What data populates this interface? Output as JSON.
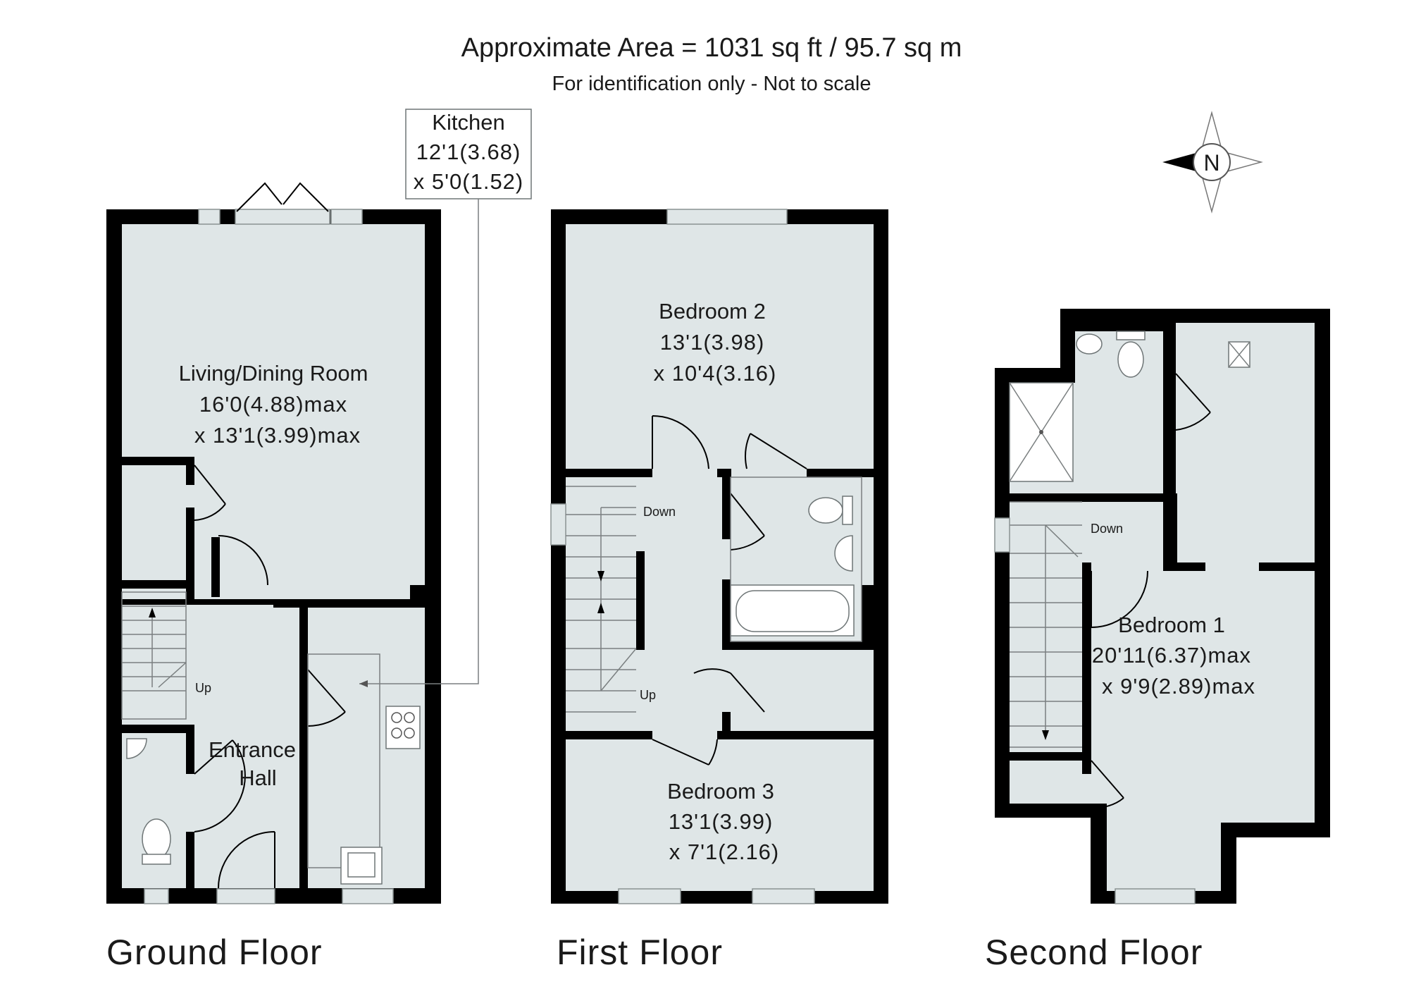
{
  "header": {
    "title": "Approximate Area = 1031 sq ft / 95.7 sq m",
    "subtitle": "For identification only - Not to scale"
  },
  "compass": {
    "label": "N"
  },
  "floors": [
    {
      "id": "ground",
      "label": "Ground Floor"
    },
    {
      "id": "first",
      "label": "First Floor"
    },
    {
      "id": "second",
      "label": "Second Floor"
    }
  ],
  "rooms": {
    "living": {
      "name": "Living/Dining Room",
      "dim1": "16'0(4.88)max",
      "dim2": "x 13'1(3.99)max"
    },
    "kitchen": {
      "name": "Kitchen",
      "dim1": "12'1(3.68)",
      "dim2": "x 5'0(1.52)"
    },
    "entrance": {
      "name1": "Entrance",
      "name2": "Hall"
    },
    "bedroom2": {
      "name": "Bedroom 2",
      "dim1": "13'1(3.98)",
      "dim2": "x 10'4(3.16)"
    },
    "bedroom3": {
      "name": "Bedroom 3",
      "dim1": "13'1(3.99)",
      "dim2": "x 7'1(2.16)"
    },
    "bedroom1": {
      "name": "Bedroom 1",
      "dim1": "20'11(6.37)max",
      "dim2": "x 9'9(2.89)max"
    }
  },
  "stairs": {
    "up": "Up",
    "down": "Down"
  },
  "colors": {
    "room": "#dfe6e7",
    "wall": "#000000",
    "background": "#ffffff"
  }
}
